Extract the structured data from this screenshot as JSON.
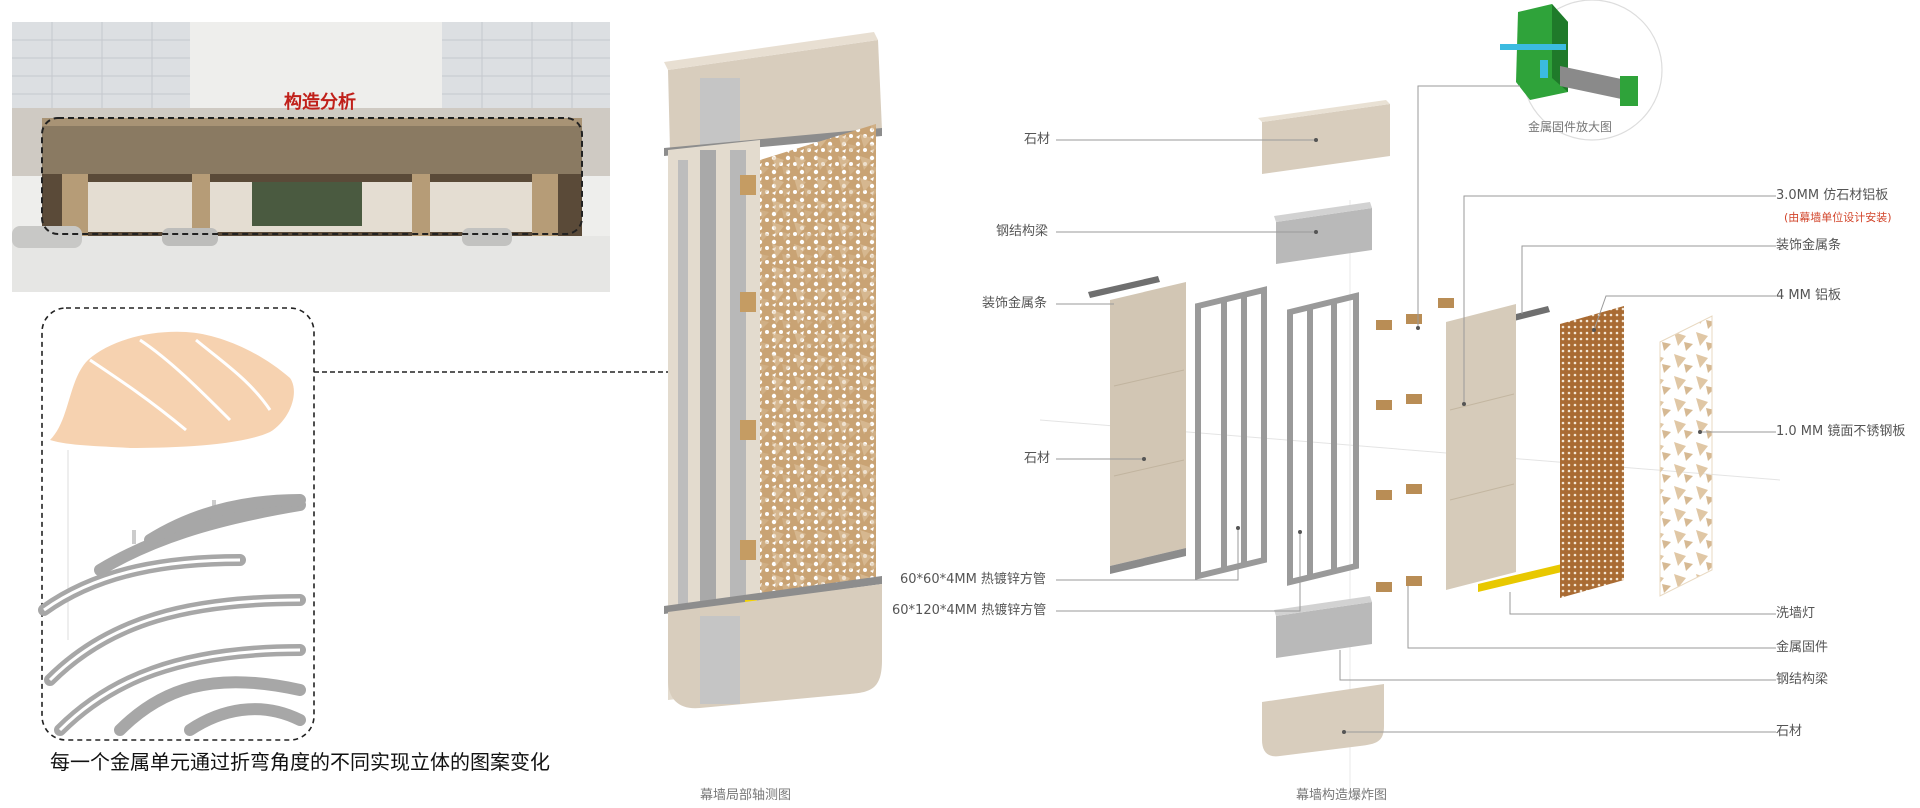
{
  "photo": {
    "title": "构造分析"
  },
  "caption_bottom_left": "每一个金属单元通过折弯角度的不同实现立体的图案变化",
  "axonometric_caption": "幕墙局部轴测图",
  "exploded_caption": "幕墙构造爆炸图",
  "detail_caption": "金属固件放大图",
  "left_labels": [
    "石材",
    "钢结构梁",
    "装饰金属条",
    "石材",
    "60*60*4MM 热镀锌方管",
    "60*120*4MM 热镀锌方管"
  ],
  "right_labels": [
    "3.0MM 仿石材铝板",
    "装饰金属条",
    "4 MM 铝板",
    "1.0 MM 镜面不锈钢板",
    "洗墙灯",
    "金属固件",
    "钢结构梁",
    "石材"
  ],
  "right_note": "(由幕墙单位设计安装)",
  "colors": {
    "stone": "#d8cdbd",
    "steel": "#9a9a9a",
    "perforated": "#c9a374",
    "leaf": "#f6d2b0",
    "accent_red": "#c0201a",
    "green": "#2fa33a"
  }
}
